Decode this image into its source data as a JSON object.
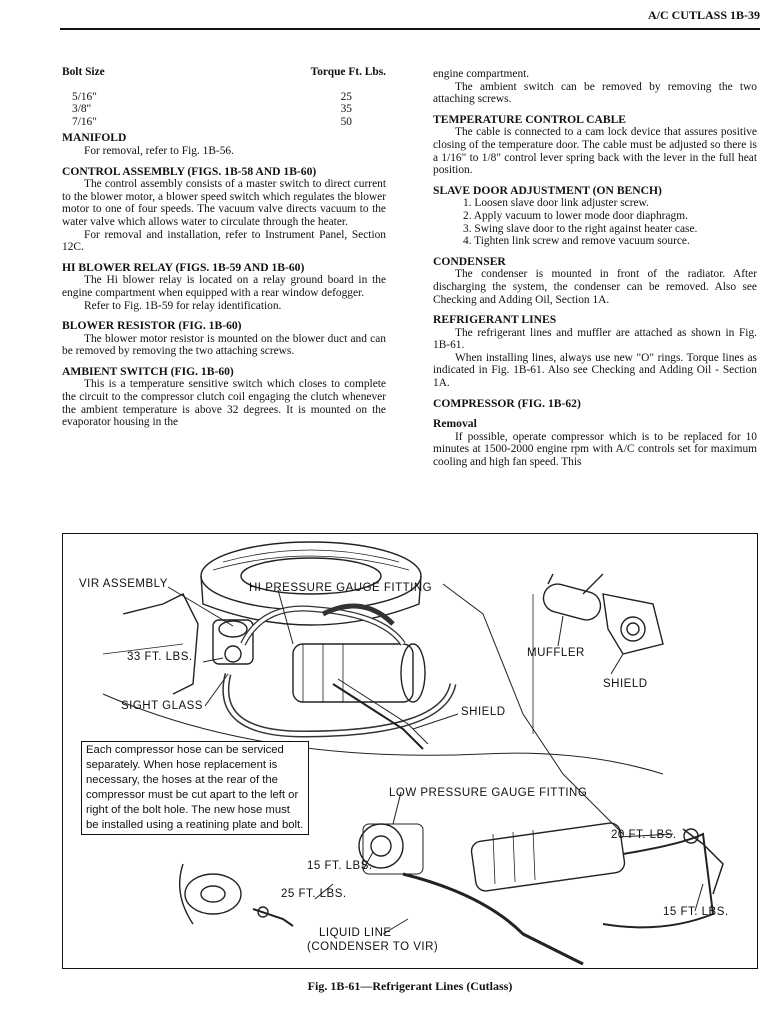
{
  "header": {
    "text": "A/C CUTLASS   1B-39"
  },
  "left_column": {
    "bolt_table": {
      "headers": [
        "Bolt Size",
        "Torque Ft. Lbs."
      ],
      "rows": [
        {
          "size": "5/16\"",
          "torque": "25"
        },
        {
          "size": "3/8\"",
          "torque": "35"
        },
        {
          "size": "7/16\"",
          "torque": "50"
        }
      ]
    },
    "manifold": {
      "title": "MANIFOLD",
      "text": "For removal, refer to Fig. 1B-56."
    },
    "control_assembly": {
      "title": "CONTROL ASSEMBLY (Figs. 1B-58 and 1B-60)",
      "p1": "The control assembly consists of a master switch to direct current to the blower motor, a blower speed switch which regulates the blower motor to one of four speeds. The vacuum valve directs vacuum to the water valve which allows water to circulate through the heater.",
      "p2": "For removal and installation, refer to Instrument Panel, Section 12C."
    },
    "hi_blower_relay": {
      "title": "HI BLOWER RELAY (Figs. 1B-59 and 1B-60)",
      "p1": "The Hi blower relay is located on a relay ground board in the engine compartment when equipped with a rear window defogger.",
      "p2": "Refer to Fig. 1B-59 for relay identification."
    },
    "blower_resistor": {
      "title": "BLOWER RESISTOR (Fig. 1B-60)",
      "p1": "The blower motor resistor is mounted on the blower duct and can be removed by removing the two attaching screws."
    },
    "ambient_switch": {
      "title": "AMBIENT SWITCH (Fig. 1B-60)",
      "p1": "This is a temperature sensitive switch which closes to complete the circuit to the compressor clutch coil engaging the clutch whenever the ambient temperature is above 32 degrees. It is mounted on the evaporator housing in the"
    }
  },
  "right_column": {
    "continued": "engine compartment.",
    "ambient_removal": "The ambient switch can be removed by removing the two attaching screws.",
    "temp_cable": {
      "title": "TEMPERATURE CONTROL CABLE",
      "p1": "The cable is connected to a cam lock device that assures positive closing of the temperature door. The cable must be adjusted so there is a 1/16\" to 1/8\" control lever spring back with the lever in the full heat position."
    },
    "slave_door": {
      "title": "SLAVE DOOR ADJUSTMENT (ON BENCH)",
      "steps": [
        "1. Loosen slave door link adjuster screw.",
        "2. Apply vacuum to lower mode door diaphragm.",
        "3. Swing slave door to the right against heater case.",
        "4. Tighten link screw and remove vacuum source."
      ]
    },
    "condenser": {
      "title": "CONDENSER",
      "p1": "The condenser is mounted in front of the radiator. After discharging the system, the condenser can be removed. Also see Checking and Adding Oil, Section 1A."
    },
    "refrigerant_lines": {
      "title": "REFRIGERANT LINES",
      "p1": "The refrigerant lines and muffler are attached as shown in Fig. 1B-61.",
      "p2": "When installing lines, always use new \"O\" rings. Torque lines as indicated in Fig. 1B-61. Also see Checking and Adding Oil - Section 1A."
    },
    "compressor": {
      "title": "COMPRESSOR (Fig. 1B-62)",
      "subtitle": "Removal",
      "p1": "If possible, operate compressor which is to be replaced for 10 minutes at 1500-2000 engine rpm with A/C controls set for maximum cooling and high fan speed. This"
    }
  },
  "figure": {
    "labels": {
      "vir_assembly": "VIR ASSEMBLY",
      "hi_pressure": "HI PRESSURE GAUGE FITTING",
      "torque_33": "33 FT. LBS.",
      "sight_glass": "SIGHT GLASS",
      "shield_center": "SHIELD",
      "muffler": "MUFFLER",
      "shield_right": "SHIELD",
      "low_pressure": "LOW PRESSURE GAUGE FITTING",
      "torque_20": "20 FT. LBS.",
      "torque_15a": "15 FT. LBS.",
      "torque_25": "25 FT. LBS.",
      "torque_15b": "15 FT. LBS.",
      "liquid_line": "LIQUID LINE",
      "condenser_to_vir": "(CONDENSER TO VIR)"
    },
    "note": "Each compressor hose can be serviced separately. When hose replacement is necessary, the hoses at the rear of the compressor must be cut apart to the left or right of the bolt hole. The new hose must be installed using a reatining plate and bolt."
  },
  "caption": "Fig. 1B-61—Refrigerant Lines (Cutlass)"
}
